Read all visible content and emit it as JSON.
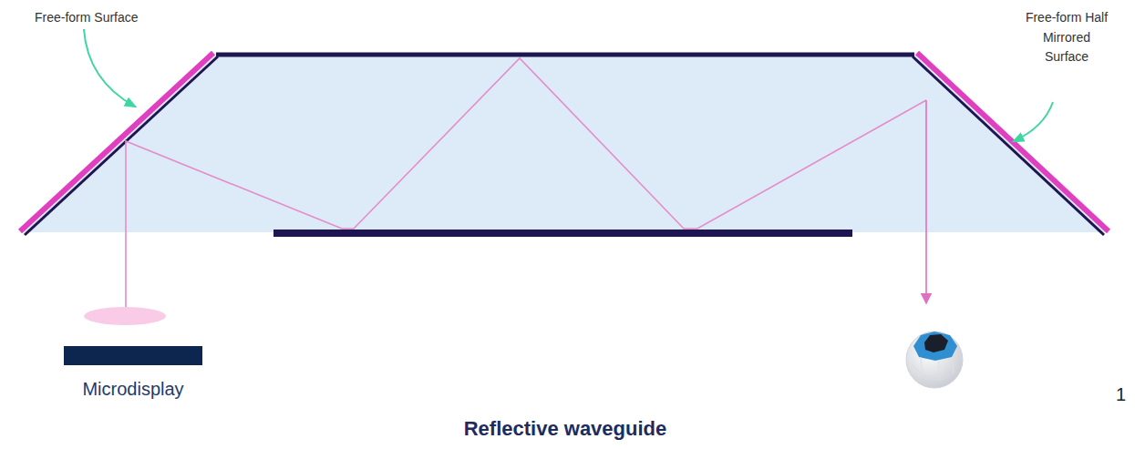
{
  "diagram": {
    "caption": "Reflective waveguide",
    "labels": [
      "Free-form Surface",
      "Free-form Half Mirrored Surface",
      "Microdisplay",
      "1"
    ]
  }
}
